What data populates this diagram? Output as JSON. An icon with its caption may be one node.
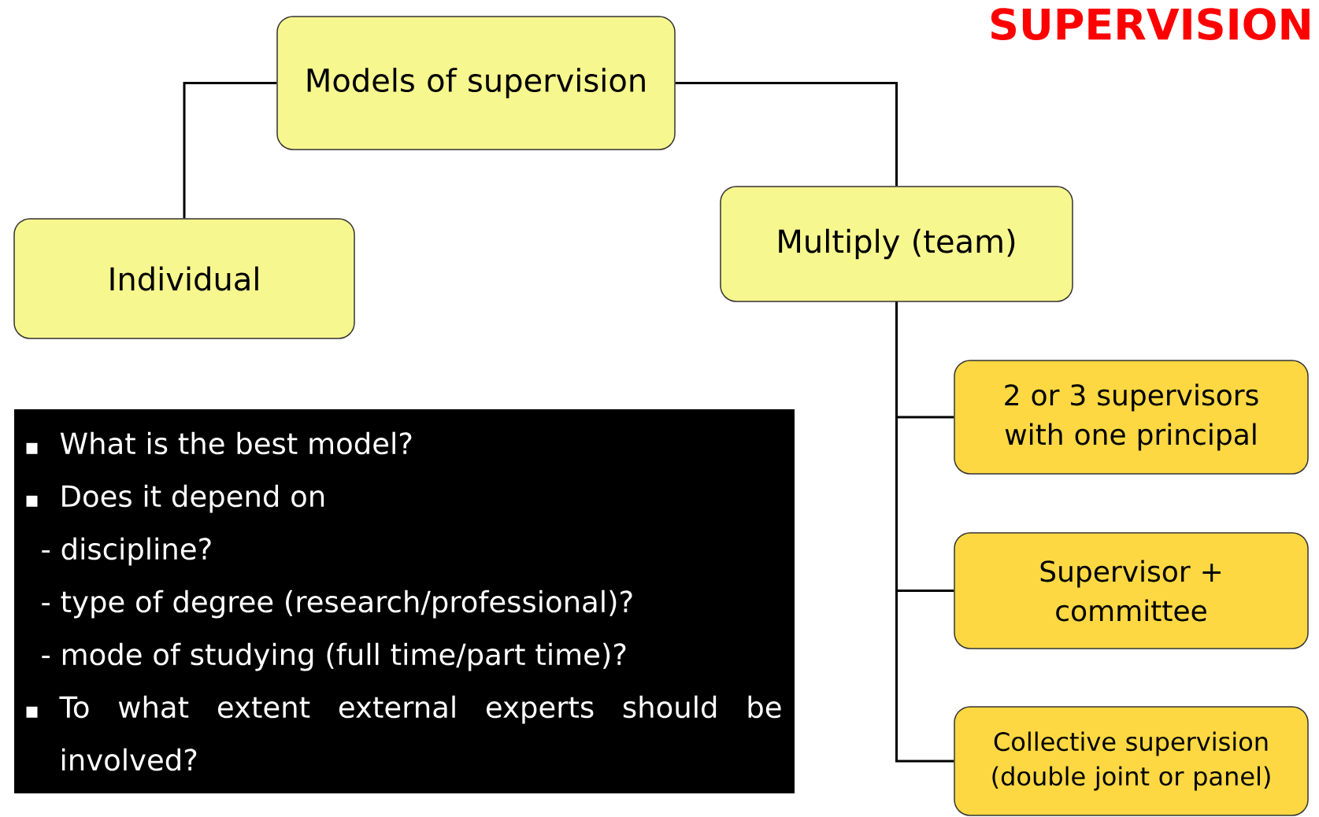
{
  "diagram": {
    "title": "SUPERVISION",
    "nodes": [
      {
        "text": [
          "Models of supervision"
        ]
      },
      {
        "text": [
          "Individual"
        ]
      },
      {
        "text": [
          "Multiply (team)"
        ]
      },
      {
        "text": [
          "2 or 3 supervisors with one principal"
        ]
      },
      {
        "text": [
          "Supervisor + committee"
        ]
      },
      {
        "text": [
          "Collective supervision (double joint or panel)"
        ]
      },
      {
        "text": [
          "What is the best model?",
          "Does it depend on",
          "- discipline?",
          "- type of degree (research/professional)?",
          "- mode of studying (full time/part time)?",
          "To what extent external experts should be involved?"
        ]
      }
    ],
    "edges": [
      {
        "from": 0,
        "to": 1,
        "arrow": "none"
      },
      {
        "from": 0,
        "to": 2,
        "arrow": "none"
      },
      {
        "from": 2,
        "to": 3,
        "arrow": "none"
      },
      {
        "from": 2,
        "to": 4,
        "arrow": "none"
      },
      {
        "from": 2,
        "to": 5,
        "arrow": "none"
      }
    ]
  }
}
